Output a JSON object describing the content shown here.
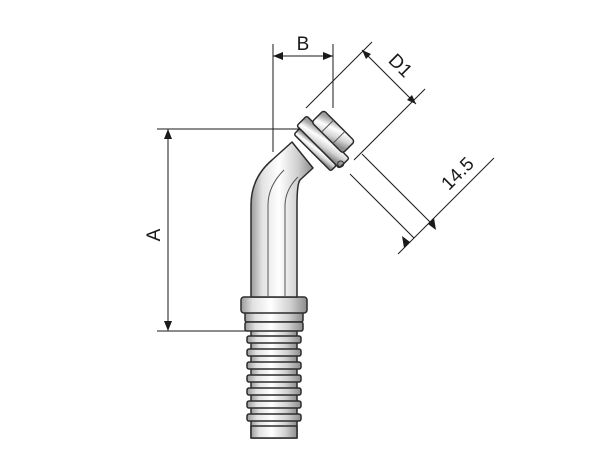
{
  "drawing": {
    "dimensions": {
      "a": "A",
      "b": "B",
      "d1": "D1",
      "offset": "14.5"
    },
    "colors": {
      "metal_light": "#f4f4f4",
      "metal_mid": "#d6d6d6",
      "metal_dark": "#9a9a9a",
      "line": "#1a1a1a"
    }
  }
}
